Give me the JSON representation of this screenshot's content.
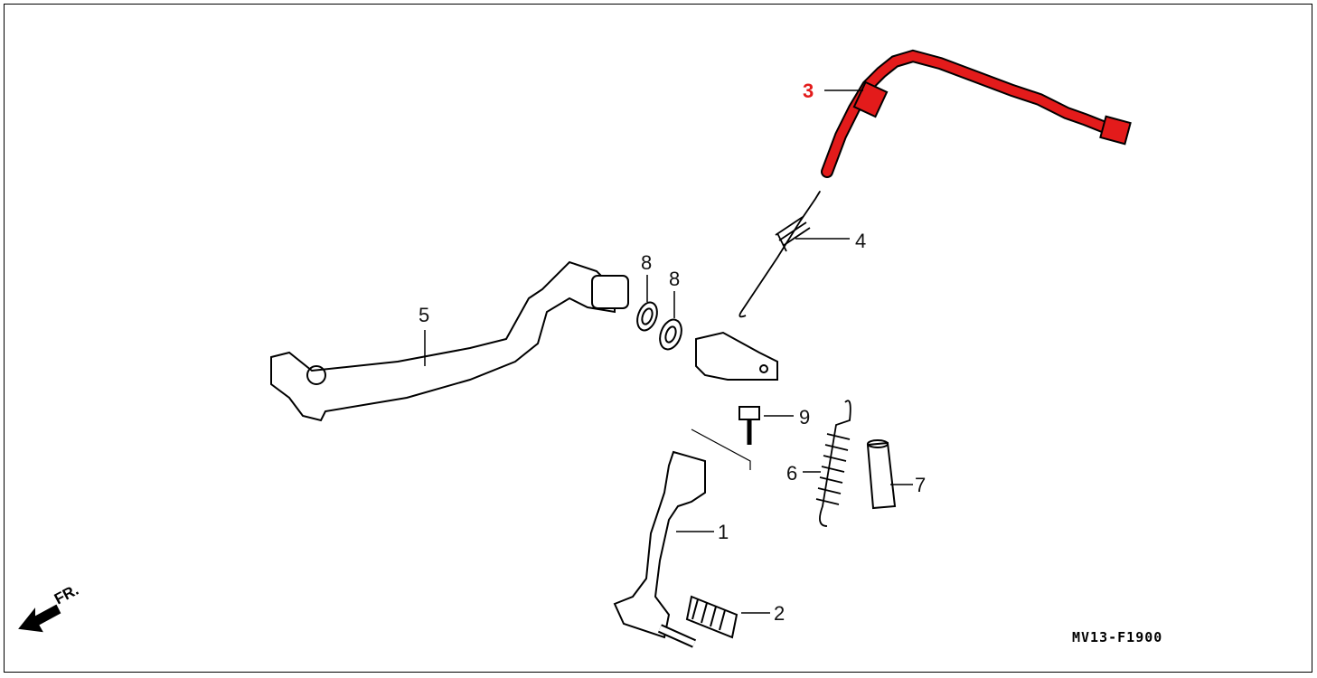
{
  "diagram": {
    "code": "MV13-F1900",
    "direction_label": "FR.",
    "highlight_color": "#e31b1b",
    "callouts": [
      {
        "id": "1",
        "label": "1",
        "part": "change-pedal"
      },
      {
        "id": "2",
        "label": "2",
        "part": "pedal-rubber"
      },
      {
        "id": "3",
        "label": "3",
        "part": "sensor-switch",
        "highlighted": true
      },
      {
        "id": "4",
        "label": "4",
        "part": "spring"
      },
      {
        "id": "5",
        "label": "5",
        "part": "brake-pedal"
      },
      {
        "id": "6",
        "label": "6",
        "part": "return-spring"
      },
      {
        "id": "7",
        "label": "7",
        "part": "collar"
      },
      {
        "id": "8a",
        "label": "8",
        "part": "seal"
      },
      {
        "id": "8b",
        "label": "8",
        "part": "seal"
      },
      {
        "id": "9",
        "label": "9",
        "part": "bolt"
      }
    ]
  }
}
